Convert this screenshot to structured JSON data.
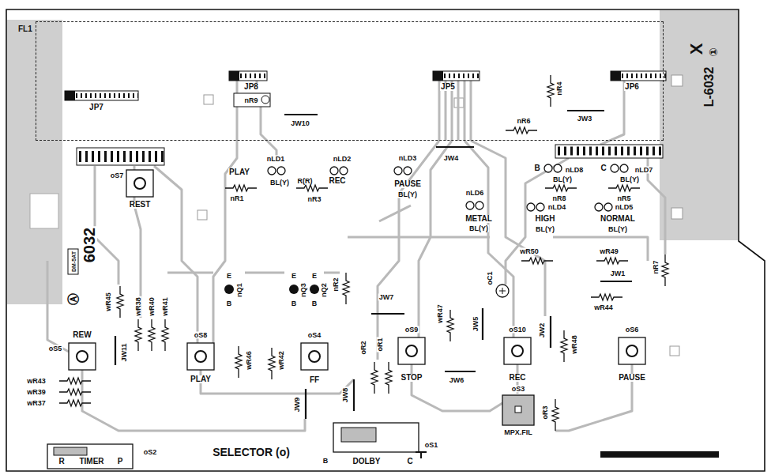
{
  "diagram": {
    "nodes": [
      {
        "text": [
          "FL1"
        ]
      }
    ],
    "labels": [
      "JP7",
      "JP8",
      "nR9",
      "JW10",
      "JP5",
      "JP6",
      "nR4",
      "nR6",
      "JW3",
      "X",
      "①",
      "L-6032",
      "oS7",
      "REST",
      "PLAY",
      "nLD1",
      "BL(Y)",
      "nR1",
      "nLD2",
      "R(R)",
      "REC",
      "nR3",
      "nLD3",
      "PAUSE",
      "BL(Y)",
      "JW4",
      "B",
      "nLD8",
      "BL(Y)",
      "C",
      "nLD7",
      "BL(Y)",
      "nR8",
      "nR5",
      "nLD4",
      "nLD5",
      "HIGH",
      "BL(Y)",
      "NORMAL",
      "BL(Y)",
      "nLD6",
      "METAL",
      "BL(Y)",
      "wR50",
      "wR49",
      "nR7",
      "JW1",
      "wR44",
      "oC1",
      "6032",
      "DM-5AT",
      "Ⓐ",
      "wR45",
      "wR38",
      "wR40",
      "wR41",
      "E",
      "nQ1",
      "B",
      "E",
      "nQ3",
      "B",
      "E",
      "nQ2",
      "B",
      "nR2",
      "JW7",
      "wR47",
      "JW5",
      "JW2",
      "wR48",
      "REW",
      "oS5",
      "JW11",
      "oS8",
      "PLAY",
      "wR46",
      "wR42",
      "oS4",
      "FF",
      "oR2",
      "oR1",
      "oS9",
      "STOP",
      "oS10",
      "REC",
      "oS6",
      "PAUSE",
      "JW6",
      "wR43",
      "wR39",
      "wR37",
      "JW8",
      "JW9",
      "oS3",
      "MPX.FIL",
      "oR3",
      "oS2",
      "R",
      "TIMER",
      "P",
      "SELECTOR (o)",
      "oS1",
      "B",
      "DOLBY",
      "C"
    ]
  }
}
